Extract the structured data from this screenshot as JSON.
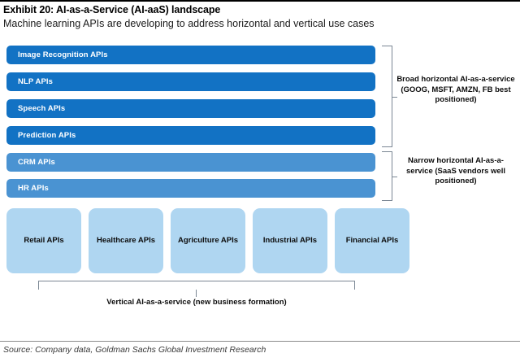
{
  "header": {
    "title": "Exhibit 20: AI-as-a-Service (AI-aaS) landscape",
    "subtitle": "Machine learning APIs are developing to address horizontal and vertical use cases"
  },
  "diagram": {
    "type": "layered-landscape-diagram",
    "horizontal_bars": [
      {
        "label": "Image Recognition APIs",
        "tier": "broad",
        "color": "#1272c4"
      },
      {
        "label": "NLP APIs",
        "tier": "broad",
        "color": "#1272c4"
      },
      {
        "label": "Speech APIs",
        "tier": "broad",
        "color": "#1272c4"
      },
      {
        "label": "Prediction APIs",
        "tier": "broad",
        "color": "#1272c4"
      },
      {
        "label": "CRM APIs",
        "tier": "narrow",
        "color": "#4a93d2"
      },
      {
        "label": "HR APIs",
        "tier": "narrow",
        "color": "#4a93d2"
      }
    ],
    "vertical_boxes": [
      {
        "label": "Retail APIs",
        "color": "#afd6f1"
      },
      {
        "label": "Healthcare APIs",
        "color": "#afd6f1"
      },
      {
        "label": "Agriculture APIs",
        "color": "#afd6f1"
      },
      {
        "label": "Industrial APIs",
        "color": "#afd6f1"
      },
      {
        "label": "Financial APIs",
        "color": "#afd6f1"
      }
    ],
    "annotations": {
      "broad": "Broad horizontal AI-as-a-service (GOOG, MSFT, AMZN, FB best positioned)",
      "narrow": "Narrow horizontal AI-as-a-service (SaaS vendors well positioned)",
      "vertical": "Vertical AI-as-a-service (new business formation)"
    }
  },
  "footer": {
    "source": "Source: Company data, Goldman Sachs Global Investment Research"
  }
}
